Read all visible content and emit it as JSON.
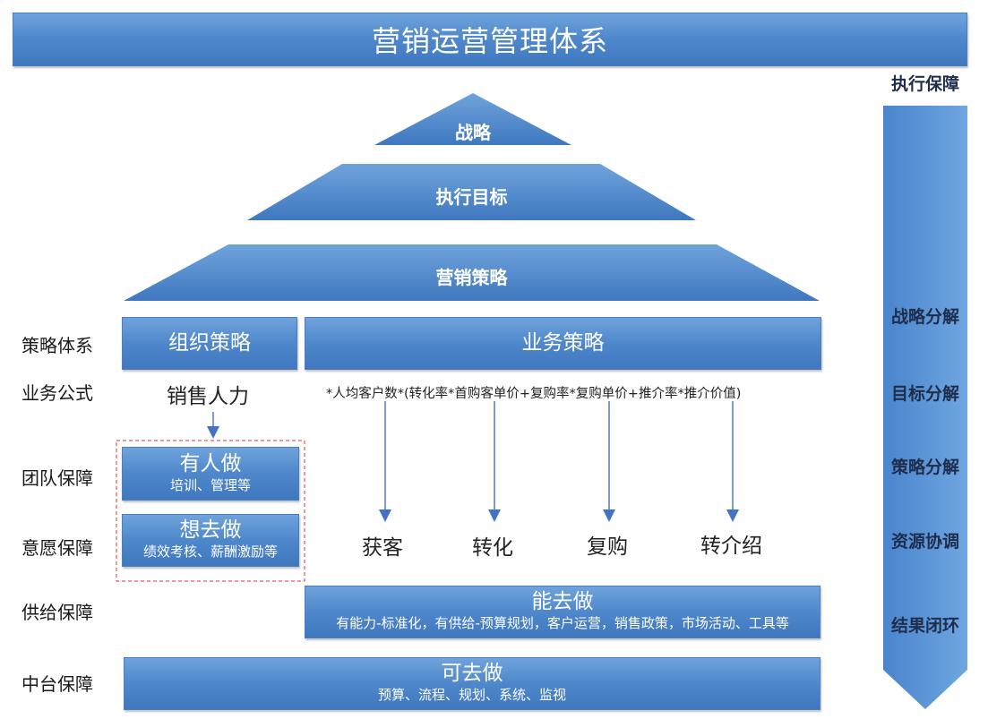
{
  "title": "营销运营管理体系",
  "pyramid": {
    "top": "战略",
    "middle": "执行目标",
    "bottom": "营销策略"
  },
  "side": {
    "header": "执行保障",
    "items": [
      "战略分解",
      "目标分解",
      "策略分解",
      "资源协调",
      "结果闭环"
    ]
  },
  "rows": {
    "strategy_system": "策略体系",
    "business_formula": "业务公式",
    "team": "团队保障",
    "willingness": "意愿保障",
    "supply": "供给保障",
    "middle_platform": "中台保障"
  },
  "org_strategy": "组织策略",
  "business_strategy": "业务策略",
  "sales_force": "销售人力",
  "formula": "*人均客户数*(转化率*首购客单价+复购率*复购单价+推介率*推介价值)",
  "someone": {
    "title": "有人做",
    "sub": "培训、管理等"
  },
  "willing": {
    "title": "想去做",
    "sub": "绩效考核、薪酬激励等"
  },
  "outcomes": [
    "获客",
    "转化",
    "复购",
    "转介绍"
  ],
  "capable": {
    "title": "能去做",
    "sub": "有能力-标准化，有供给-预算规划，客户运营，销售政策，市场活动、工具等"
  },
  "can": {
    "title": "可去做",
    "sub": "预算、流程、规划、系统、监视"
  },
  "colors": {
    "box_blue": "#4f87cb",
    "arrow_blue": "#4472c4",
    "dashed_red": "#e03030"
  }
}
